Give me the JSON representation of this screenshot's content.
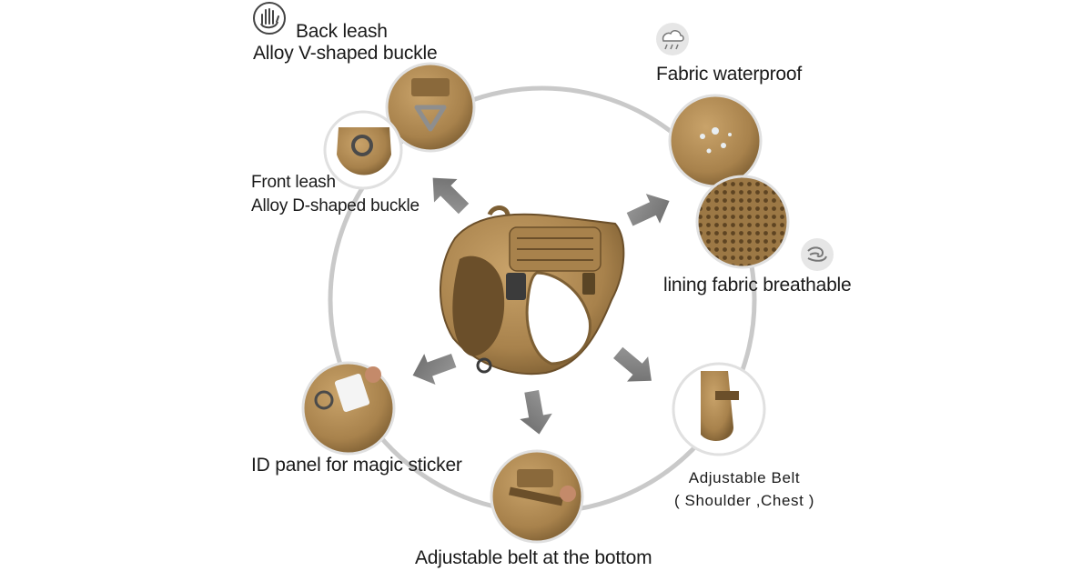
{
  "labels": {
    "back_leash_line1": "Back leash",
    "back_leash_line2": "Alloy V-shaped buckle",
    "front_leash_line1": "Front leash",
    "front_leash_line2": "Alloy D-shaped buckle",
    "fabric_waterproof": "Fabric waterproof",
    "lining_fabric": "lining fabric breathable",
    "id_panel": "ID panel for magic sticker",
    "adjustable_belt_line1": "Adjustable Belt",
    "adjustable_belt_line2": "( Shoulder ,Chest )",
    "adjustable_bottom": "Adjustable belt at the bottom"
  },
  "icons": {
    "back_leash": "hand-icon",
    "waterproof": "rain-cloud-icon",
    "breathable": "air-swirl-icon"
  },
  "colors": {
    "ring": "#c9c9c9",
    "arrow": "#808080",
    "harness_light": "#b08a55",
    "harness_dark": "#7d5f34",
    "text": "#1a1a1a"
  }
}
